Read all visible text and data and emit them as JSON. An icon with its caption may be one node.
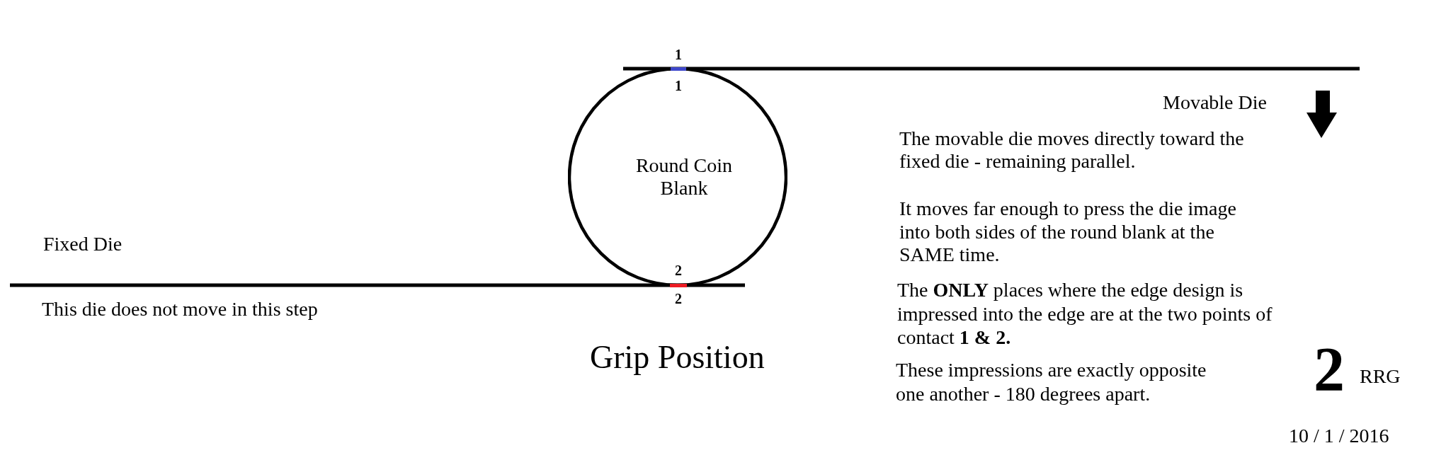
{
  "diagram": {
    "title": "Grip Position",
    "nodes": [
      {
        "text": [
          "Round Coin Blank"
        ]
      }
    ],
    "labels": [
      "1",
      "1",
      "Movable Die",
      "The movable die moves directly toward the fixed die - remaining parallel.",
      "It moves far enough to press the die image into both sides of the round blank at the SAME time.",
      "Fixed Die",
      "2",
      "2",
      "This die does not move in this step",
      "The **ONLY** places where the edge design is impressed into the edge are at the two points of contact **1 & 2.**",
      "These impressions are exactly opposite one another - 180 degrees apart.",
      "2",
      "RRG",
      "10 / 1 / 2016"
    ]
  }
}
